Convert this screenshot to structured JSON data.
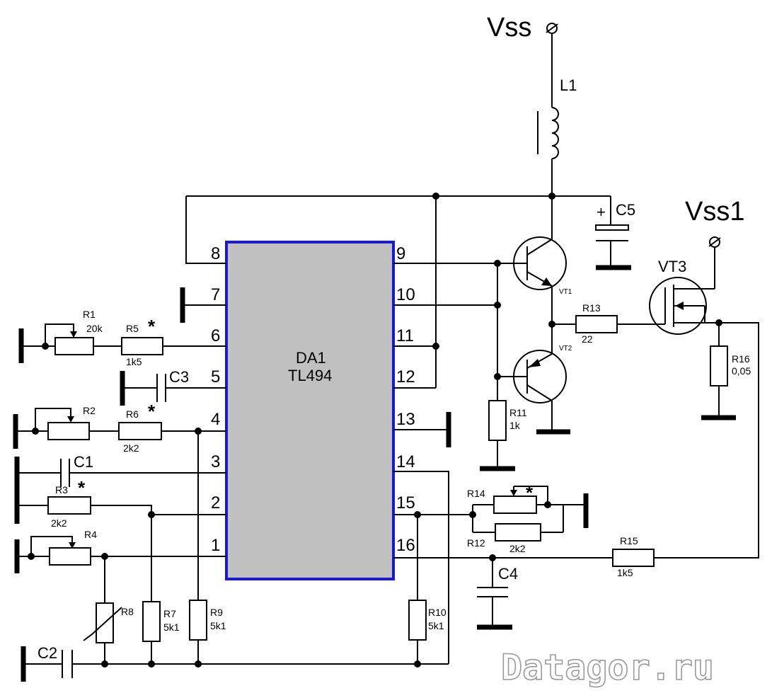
{
  "supply": {
    "vss": "Vss",
    "vss1": "Vss1"
  },
  "ic": {
    "ref": "DA1",
    "part": "TL494",
    "fill": "#c0c0c0",
    "border": "#1a1acc"
  },
  "pins_left": [
    "8",
    "7",
    "6",
    "5",
    "4",
    "3",
    "2",
    "1"
  ],
  "pins_right": [
    "9",
    "10",
    "11",
    "12",
    "13",
    "14",
    "15",
    "16"
  ],
  "inductor": {
    "ref": "L1"
  },
  "capacitors": {
    "c1": "C1",
    "c2": "C2",
    "c3": "C3",
    "c4": "C4",
    "c5": "C5",
    "c5_polarity": "+"
  },
  "resistors": {
    "r1": {
      "ref": "R1",
      "value": "20k"
    },
    "r2": {
      "ref": "R2"
    },
    "r3": {
      "ref": "R3",
      "value": "2k2"
    },
    "r4": {
      "ref": "R4"
    },
    "r5": {
      "ref": "R5",
      "value": "1k5"
    },
    "r6": {
      "ref": "R6",
      "value": "2k2"
    },
    "r7": {
      "ref": "R7",
      "value": "5k1"
    },
    "r8": {
      "ref": "R8"
    },
    "r9": {
      "ref": "R9",
      "value": "5k1"
    },
    "r10": {
      "ref": "R10",
      "value": "5k1"
    },
    "r11": {
      "ref": "R11",
      "value": "1k"
    },
    "r12": {
      "ref": "R12",
      "value": "2k2"
    },
    "r13": {
      "ref": "R13",
      "value": "22"
    },
    "r14": {
      "ref": "R14"
    },
    "r15": {
      "ref": "R15",
      "value": "1k5"
    },
    "r16": {
      "ref": "R16",
      "value": "0,05"
    }
  },
  "transistors": {
    "vt1": "VT1",
    "vt2": "VT2",
    "vt3": "VT3"
  },
  "star": "*",
  "watermark": "Datagor.ru"
}
